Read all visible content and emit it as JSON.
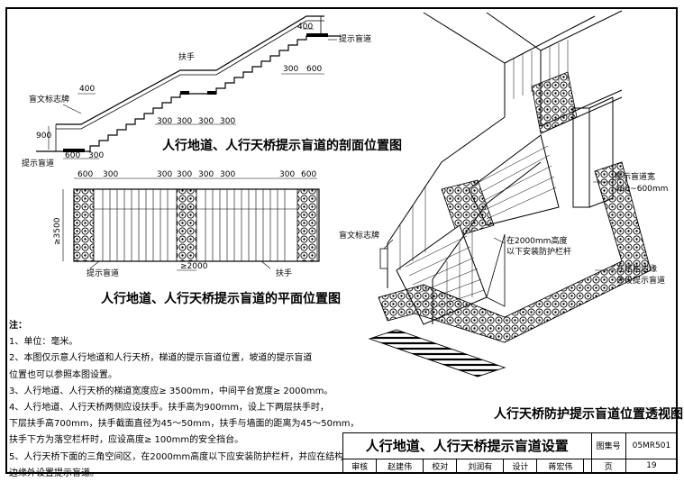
{
  "section_view": {
    "title": "人行地道、人行天桥提示盲道的剖面位置图",
    "label_handrail": "扶手",
    "label_blind_sign": "盲文标志牌",
    "label_tactile_top": "提示盲道",
    "label_tactile_bottom": "提示盲道",
    "dims": {
      "d400_top": "400",
      "d300a": "300",
      "d600a": "600",
      "d400_left": "400",
      "d900": "900",
      "d600_bottom": "600",
      "d300_bottom": "300",
      "steps": [
        "300",
        "300",
        "300",
        "300"
      ]
    }
  },
  "plan_view": {
    "title": "人行地道、人行天桥提示盲道的平面位置图",
    "label_tactile": "提示盲道",
    "label_handrail": "扶手",
    "dims": {
      "d600_left": "600",
      "d300_left": "300",
      "mid_300s": [
        "300",
        "300",
        "300",
        "300"
      ],
      "d300_right": "300",
      "d600_right": "600",
      "width": "≥3500",
      "platform": "≥2000"
    }
  },
  "perspective_view": {
    "title": "人行天桥防护提示盲道位置透视图",
    "label_width": "提示盲道宽",
    "label_width_range": "400~600mm",
    "label_sign": "盲文标志牌",
    "label_rail_line1": "在2000mm高度",
    "label_rail_line2": "以下安装防护栏杆",
    "label_struct_line1": "在结构边缘",
    "label_struct_line2": "外设提示盲道"
  },
  "notes": {
    "heading": "注：",
    "lines": [
      "1、单位：毫米。",
      "2、本图仅示意人行地道和人行天桥，梯道的提示盲道位置，坡道的提示盲道",
      "    位置也可以参照本图设置。",
      "3、人行地道、人行天桥的梯道宽度应≥ 3500mm，中间平台宽度≥ 2000mm。",
      "4、人行地道、人行天桥两侧应设扶手。扶手高为900mm，设上下两层扶手时，",
      "    下层扶手高700mm，扶手截面直径为45～50mm，扶手与墙面的距离为45～50mm，",
      "    扶手下方为落空栏杆时，应设高度≥ 100mm的安全挡台。",
      "5、人行天桥下面的三角空间区，在2000mm高度以下应安装防护栏杆，并应在结构",
      "    边缘外设置提示盲道。"
    ]
  },
  "title_block": {
    "title": "人行地道、人行天桥提示盲道设置",
    "atlas_label": "图集号",
    "atlas_no": "05MR501",
    "review_label": "审核",
    "review_name": "赵建伟",
    "check_label": "校对",
    "check_name": "刘润有",
    "design_label": "设计",
    "design_name": "蒋宏伟",
    "page_label": "页",
    "page_no": "19"
  }
}
